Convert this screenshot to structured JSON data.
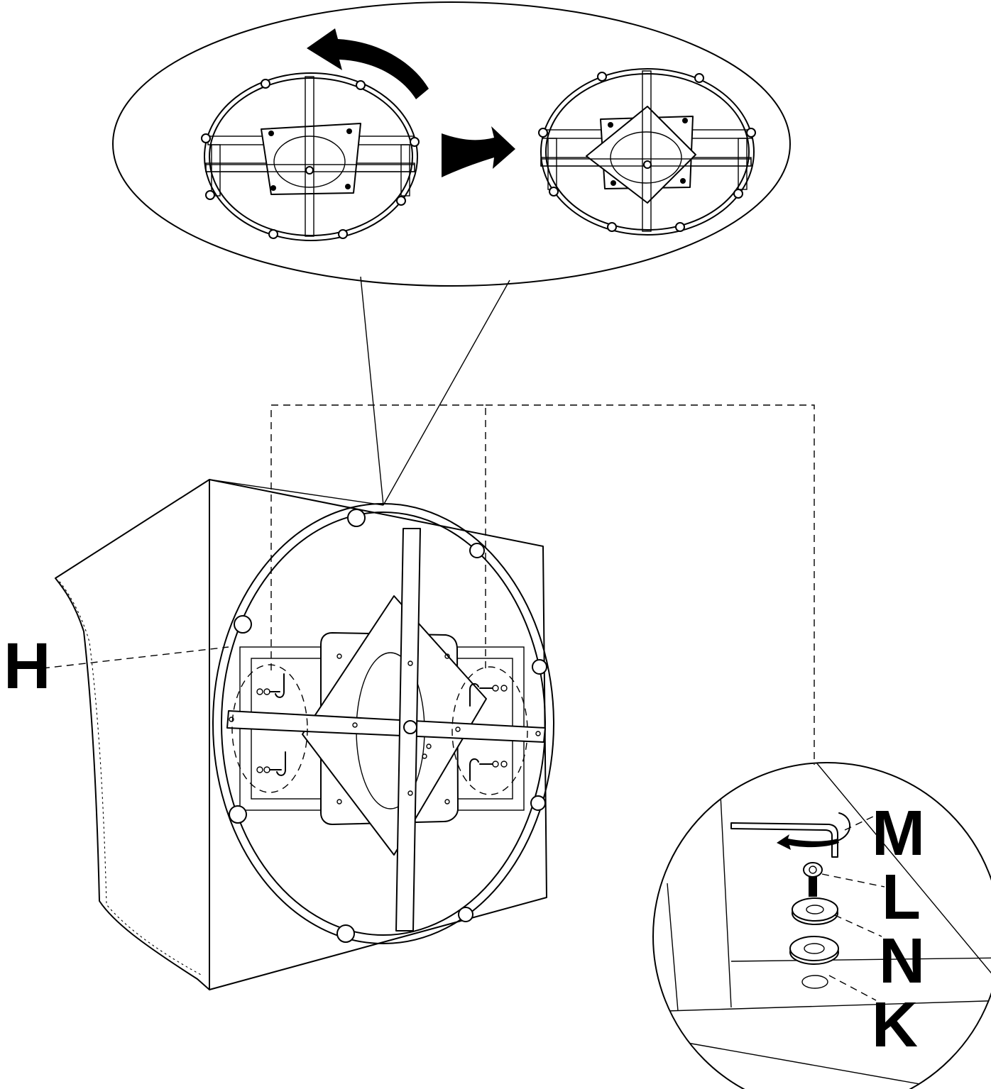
{
  "labels": {
    "h": "H",
    "m": "M",
    "l": "L",
    "n": "N",
    "k": "K"
  },
  "colors": {
    "ink": "#000000",
    "paper": "#ffffff"
  }
}
